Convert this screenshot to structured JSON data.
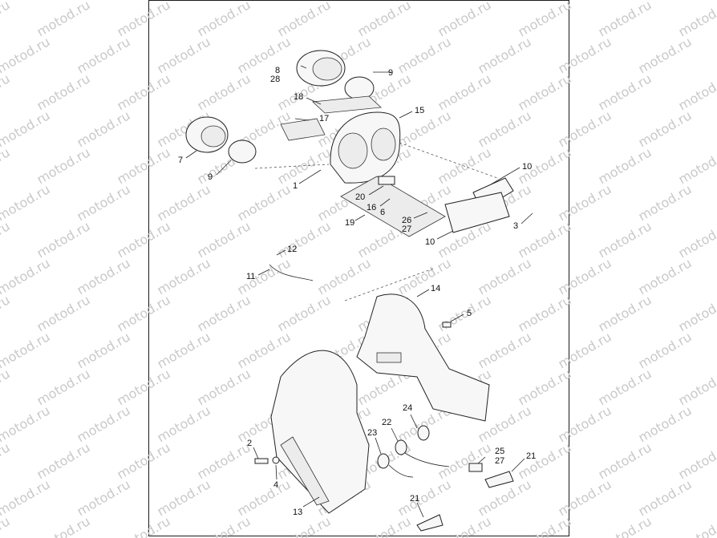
{
  "watermark": "motod.ru",
  "callouts": [
    "8",
    "28",
    "9",
    "18",
    "17",
    "15",
    "7",
    "9",
    "10",
    "1",
    "20",
    "16",
    "6",
    "26",
    "27",
    "19",
    "10",
    "3",
    "12",
    "11",
    "14",
    "5",
    "24",
    "22",
    "23",
    "2",
    "25",
    "27",
    "21",
    "4",
    "13",
    "21"
  ]
}
